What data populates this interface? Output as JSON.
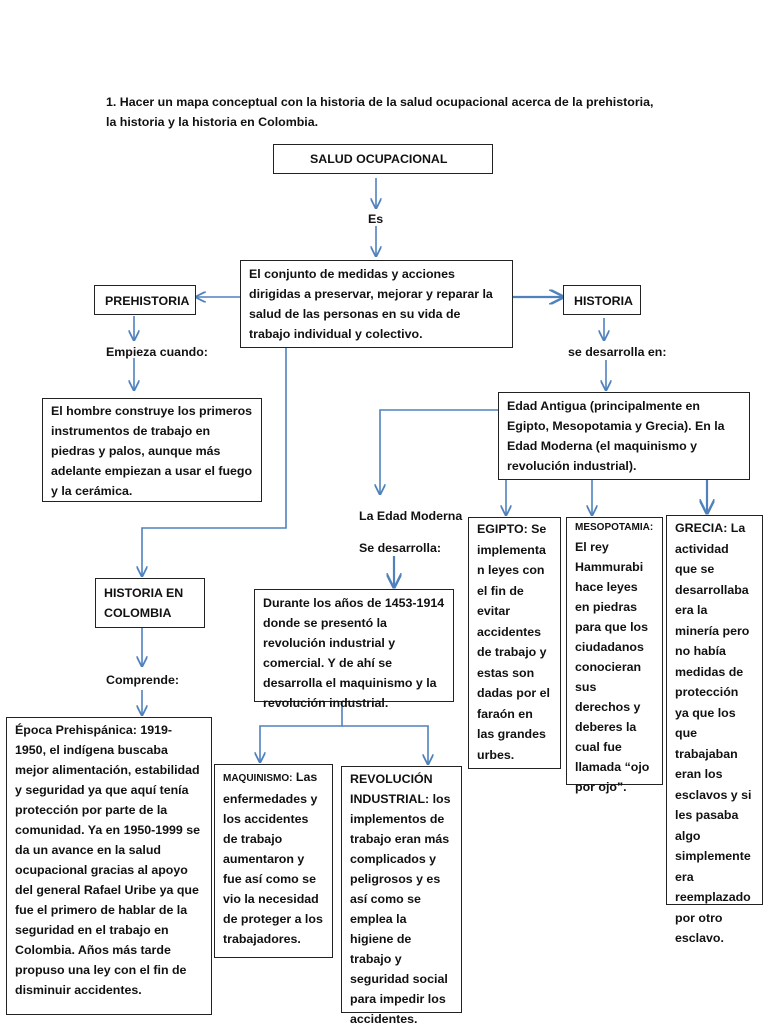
{
  "instruction": "1. Hacer un mapa conceptual con la historia de la salud ocupacional  acerca de la prehistoria, la historia y la historia en Colombia.",
  "root": "SALUD OCUPACIONAL",
  "link_es": "Es",
  "definition": "El conjunto de medidas y acciones dirigidas a preservar, mejorar y reparar la salud de las personas en su vida de trabajo individual y colectivo.",
  "prehistoria": {
    "title": "PREHISTORIA",
    "link": "Empieza cuando:",
    "text": "El hombre construye los primeros instrumentos de trabajo en piedras y palos, aunque más adelante empiezan a usar el fuego y la cerámica."
  },
  "historia": {
    "title": "HISTORIA",
    "link": "se desarrolla en:",
    "text": "Edad Antigua (principalmente en Egipto, Mesopotamia y  Grecia). En la Edad Moderna (el maquinismo y revolución industrial).",
    "egipto": {
      "title": "EGIPTO:",
      "text": " Se implementa n leyes con el fin de evitar accidentes de trabajo y estas son dadas por el faraón en las grandes urbes."
    },
    "mesopotamia": {
      "title": "MESOPOTAMIA:",
      "text": "El rey Hammurabi hace leyes en piedras para que los ciudadanos conocieran sus derechos y deberes la cual fue llamada “ojo por ojo”."
    },
    "grecia": {
      "title": "GRECIA:",
      "text": " La actividad que se desarrollaba era la minería pero no había medidas de protección ya que los que trabajaban eran los esclavos y si les pasaba algo simplemente era reemplazado por otro esclavo."
    }
  },
  "edad_moderna": {
    "title": "La Edad Moderna",
    "link": "Se desarrolla:",
    "text": "Durante los años de 1453-1914 donde se presentó la revolución industrial y comercial. Y de ahí se desarrolla el maquinismo y la revolución industrial.",
    "maquinismo": {
      "title": "MAQUINISMO:",
      "text": " Las enfermedades y los accidentes de trabajo aumentaron y fue así como se vio la necesidad de proteger a los trabajadores."
    },
    "revolucion": {
      "title": "REVOLUCIÓN INDUSTRIAL:",
      "text": " los implementos de trabajo eran más complicados y peligrosos y es así como se emplea la higiene de trabajo y seguridad social para impedir los accidentes."
    }
  },
  "colombia": {
    "title": "HISTORIA EN COLOMBIA",
    "link": "Comprende:",
    "text": "Época Prehispánica: 1919-1950, el indígena buscaba mejor alimentación, estabilidad y seguridad ya que aquí tenía protección por parte de la comunidad. Ya en 1950-1999 se da un avance en la salud ocupacional gracias al apoyo del general Rafael Uribe ya que fue el primero de hablar de la seguridad en el trabajo en Colombia. Años más tarde propuso una ley con el fin de disminuir accidentes."
  },
  "colors": {
    "arrow": "#4f81bd",
    "border": "#222222"
  }
}
